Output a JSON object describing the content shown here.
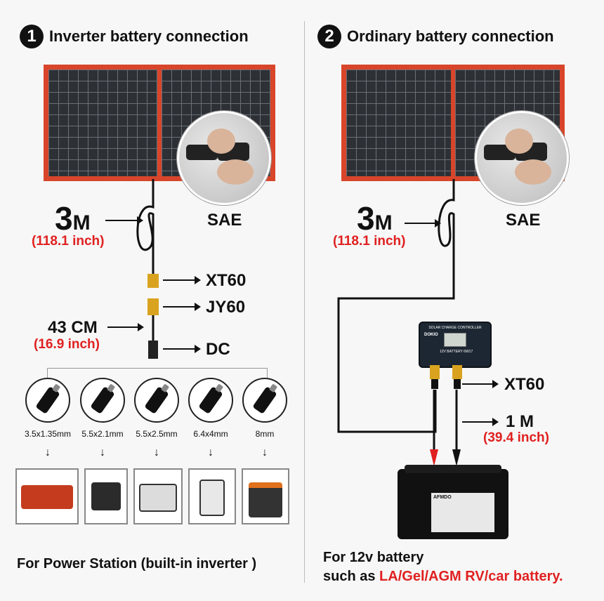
{
  "left": {
    "step_number": "1",
    "title": "Inverter battery connection",
    "cable_length": "3",
    "cable_unit": "M",
    "cable_inch": "(118.1 inch)",
    "connector_sae": "SAE",
    "connector_xt60": "XT60",
    "connector_jy60": "JY60",
    "adapter_length": "43 CM",
    "adapter_inch": "(16.9 inch)",
    "connector_dc": "DC",
    "plug_sizes": [
      "3.5x1.35mm",
      "5.5x2.1mm",
      "5.5x2.5mm",
      "6.4x4mm",
      "8mm"
    ],
    "footer": "For Power Station (built-in inverter )"
  },
  "right": {
    "step_number": "2",
    "title": "Ordinary battery connection",
    "cable_length": "3",
    "cable_unit": "M",
    "cable_inch": "(118.1 inch)",
    "connector_sae": "SAE",
    "connector_xt60": "XT60",
    "clip_length": "1 M",
    "clip_inch": "(39.4 inch)",
    "controller_title": "SOLAR CHARGE CONTROLLER",
    "controller_brand": "DOKIO",
    "controller_spec": "12V BATTERY 6W17",
    "battery_brand": "AFMDO",
    "footer_line1": "For 12v battery",
    "footer_line2_prefix": "such as ",
    "footer_line2_highlight": "LA/Gel/AGM RV/car battery."
  },
  "colors": {
    "panel_frame": "#d8452a",
    "highlight_red": "#e02020",
    "cable": "#111111"
  }
}
